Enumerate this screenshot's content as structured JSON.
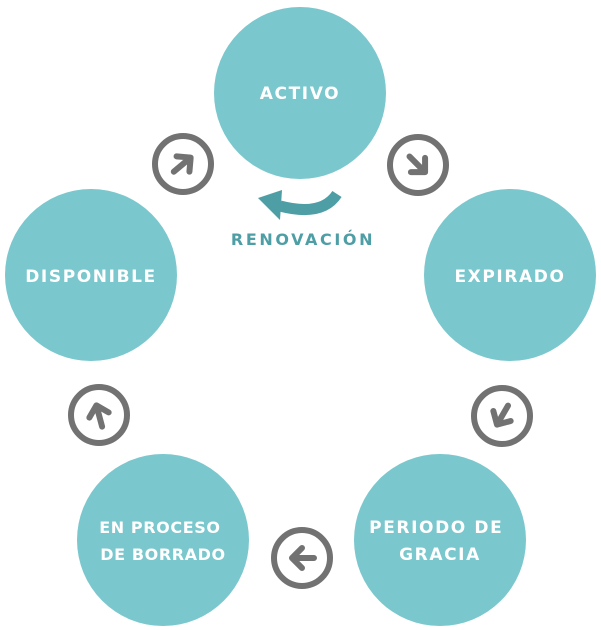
{
  "colors": {
    "node_fill": "#7ac7cd",
    "node_text": "#ffffff",
    "arrow_gray": "#727272",
    "renew_teal": "#4e9ea6"
  },
  "nodes": [
    {
      "id": "activo",
      "lines": [
        "ACTIVO"
      ]
    },
    {
      "id": "expirado",
      "lines": [
        "EXPIRADO"
      ]
    },
    {
      "id": "periodo-de-gracia",
      "lines": [
        "PERIODO DE",
        "GRACIA"
      ]
    },
    {
      "id": "en-proceso-de-borrado",
      "lines": [
        "EN PROCESO",
        "DE BORRADO"
      ]
    },
    {
      "id": "disponible",
      "lines": [
        "DISPONIBLE"
      ]
    }
  ],
  "arrows": [
    {
      "from": "activo",
      "to": "expirado",
      "icon": "arrow-down-right-circle-icon"
    },
    {
      "from": "expirado",
      "to": "periodo-de-gracia",
      "icon": "arrow-down-left-circle-icon"
    },
    {
      "from": "periodo-de-gracia",
      "to": "en-proceso-de-borrado",
      "icon": "arrow-left-circle-icon"
    },
    {
      "from": "en-proceso-de-borrado",
      "to": "disponible",
      "icon": "arrow-up-circle-icon"
    },
    {
      "from": "disponible",
      "to": "activo",
      "icon": "arrow-up-right-circle-icon"
    }
  ],
  "renewal": {
    "label": "RENOVACIÓN",
    "icon": "curved-return-arrow-icon"
  }
}
